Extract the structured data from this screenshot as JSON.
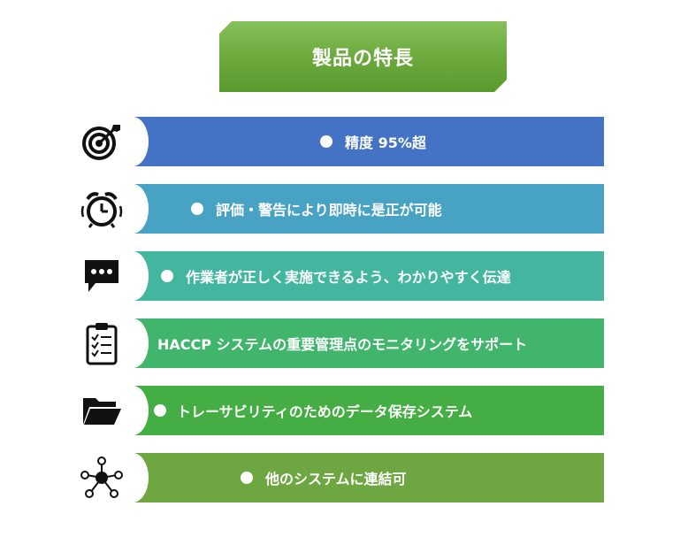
{
  "title": "製品の特長",
  "features": [
    {
      "text": "精度 95%超",
      "icon": "target-icon",
      "color": "#4472c4"
    },
    {
      "text": "評価・警告により即時に是正が可能",
      "icon": "alarm-clock-icon",
      "color": "#48a2c4"
    },
    {
      "text": "作業者が正しく実施できるよう、わかりやすく伝達",
      "icon": "speech-bubble-icon",
      "color": "#44b6a0"
    },
    {
      "text": "HACCP システムの重要管理点のモニタリングをサポート",
      "icon": "clipboard-checklist-icon",
      "color": "#41b56c"
    },
    {
      "text": "トレーサビリティのためのデータ保存システム",
      "icon": "folder-icon",
      "color": "#44ae44"
    },
    {
      "text": "他のシステムに連結可",
      "icon": "network-icon",
      "color": "#6ea642"
    }
  ]
}
